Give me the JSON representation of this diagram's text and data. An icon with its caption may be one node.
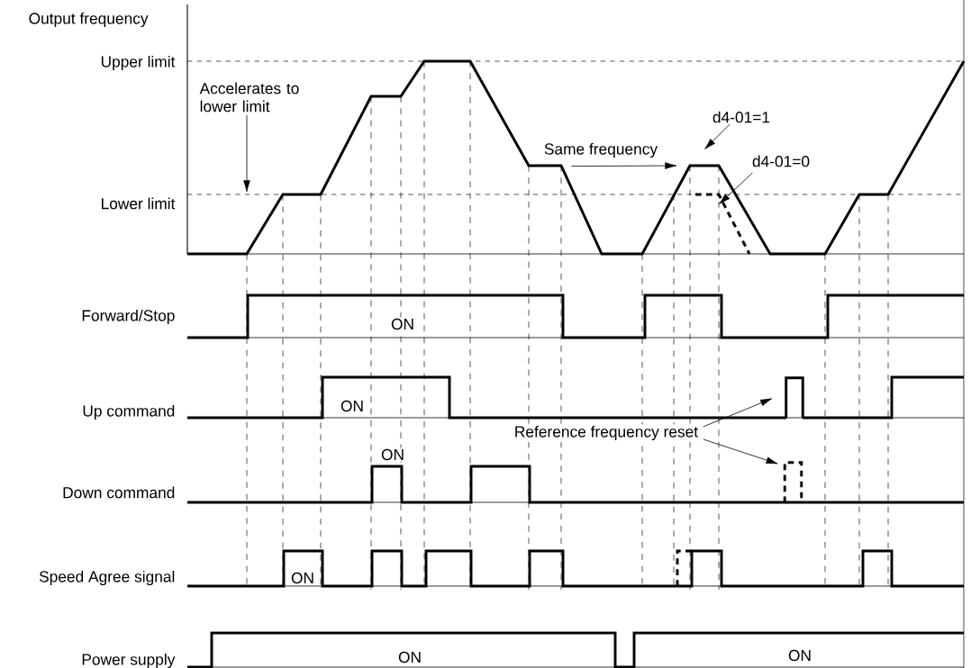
{
  "diagram": {
    "nodes": [
      {
        "text": [
          "Accelerates to lower limit"
        ]
      },
      {
        "text": [
          "Same frequency"
        ]
      },
      {
        "text": [
          "d4-01=1"
        ]
      },
      {
        "text": [
          "d4-01=0"
        ]
      },
      {
        "text": [
          "Reference frequency reset"
        ]
      },
      {
        "text": [],
        "shape": "bar"
      },
      {
        "text": [],
        "shape": "box"
      }
    ],
    "edges": [
      {
        "from": 0,
        "to": null,
        "arrow": "to"
      },
      {
        "from": 1,
        "to": null,
        "arrow": "to"
      },
      {
        "from": 2,
        "to": null,
        "arrow": "to"
      },
      {
        "from": 3,
        "to": null,
        "arrow": "to"
      },
      {
        "from": 4,
        "to": 5,
        "arrow": "to"
      },
      {
        "from": 4,
        "to": 6,
        "arrow": "to"
      }
    ],
    "labels": [
      "Output frequency",
      "Upper limit",
      "Lower limit",
      "Forward/Stop",
      "ON",
      "Up command",
      "ON",
      "Down command",
      "ON",
      "Speed Agree signal",
      "ON",
      "Power supply",
      "ON",
      "ON"
    ]
  }
}
